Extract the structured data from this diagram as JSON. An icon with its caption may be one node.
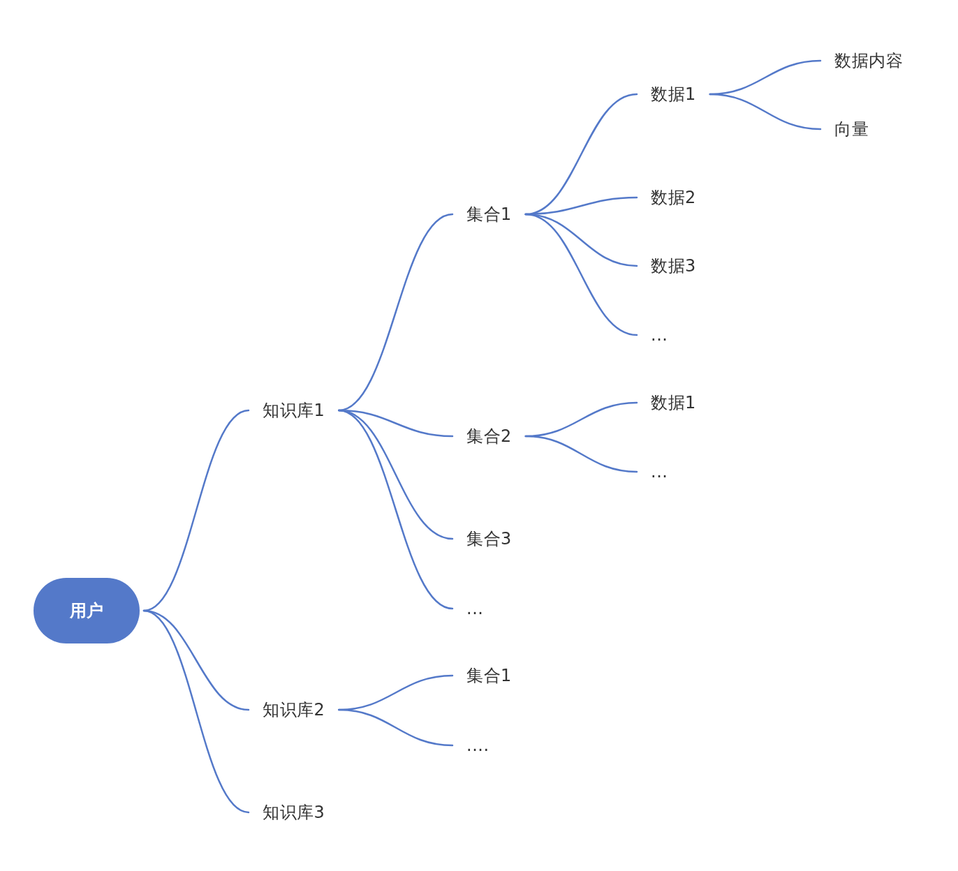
{
  "diagram": {
    "nodes": [
      {
        "text": [
          "用户"
        ]
      },
      {
        "text": [
          "知识库1"
        ]
      },
      {
        "text": [
          "集合1"
        ]
      },
      {
        "text": [
          "数据1"
        ]
      },
      {
        "text": [
          "数据内容"
        ]
      },
      {
        "text": [
          "向量"
        ]
      },
      {
        "text": [
          "数据2"
        ]
      },
      {
        "text": [
          "数据3"
        ]
      },
      {
        "text": [
          "..."
        ]
      },
      {
        "text": [
          "集合2"
        ]
      },
      {
        "text": [
          "数据1"
        ]
      },
      {
        "text": [
          "..."
        ]
      },
      {
        "text": [
          "集合3"
        ]
      },
      {
        "text": [
          "..."
        ]
      },
      {
        "text": [
          "知识库2"
        ]
      },
      {
        "text": [
          "集合1"
        ]
      },
      {
        "text": [
          "...."
        ]
      },
      {
        "text": [
          "知识库3"
        ]
      }
    ],
    "edges": [
      {
        "from": 0,
        "to": 1,
        "arrow": "none"
      },
      {
        "from": 0,
        "to": 14,
        "arrow": "none"
      },
      {
        "from": 0,
        "to": 17,
        "arrow": "none"
      },
      {
        "from": 1,
        "to": 2,
        "arrow": "none"
      },
      {
        "from": 1,
        "to": 9,
        "arrow": "none"
      },
      {
        "from": 1,
        "to": 12,
        "arrow": "none"
      },
      {
        "from": 1,
        "to": 13,
        "arrow": "none"
      },
      {
        "from": 2,
        "to": 3,
        "arrow": "none"
      },
      {
        "from": 2,
        "to": 6,
        "arrow": "none"
      },
      {
        "from": 2,
        "to": 7,
        "arrow": "none"
      },
      {
        "from": 2,
        "to": 8,
        "arrow": "none"
      },
      {
        "from": 3,
        "to": 4,
        "arrow": "none"
      },
      {
        "from": 3,
        "to": 5,
        "arrow": "none"
      },
      {
        "from": 9,
        "to": 10,
        "arrow": "none"
      },
      {
        "from": 9,
        "to": 11,
        "arrow": "none"
      },
      {
        "from": 14,
        "to": 15,
        "arrow": "none"
      },
      {
        "from": 14,
        "to": 16,
        "arrow": "none"
      }
    ]
  }
}
